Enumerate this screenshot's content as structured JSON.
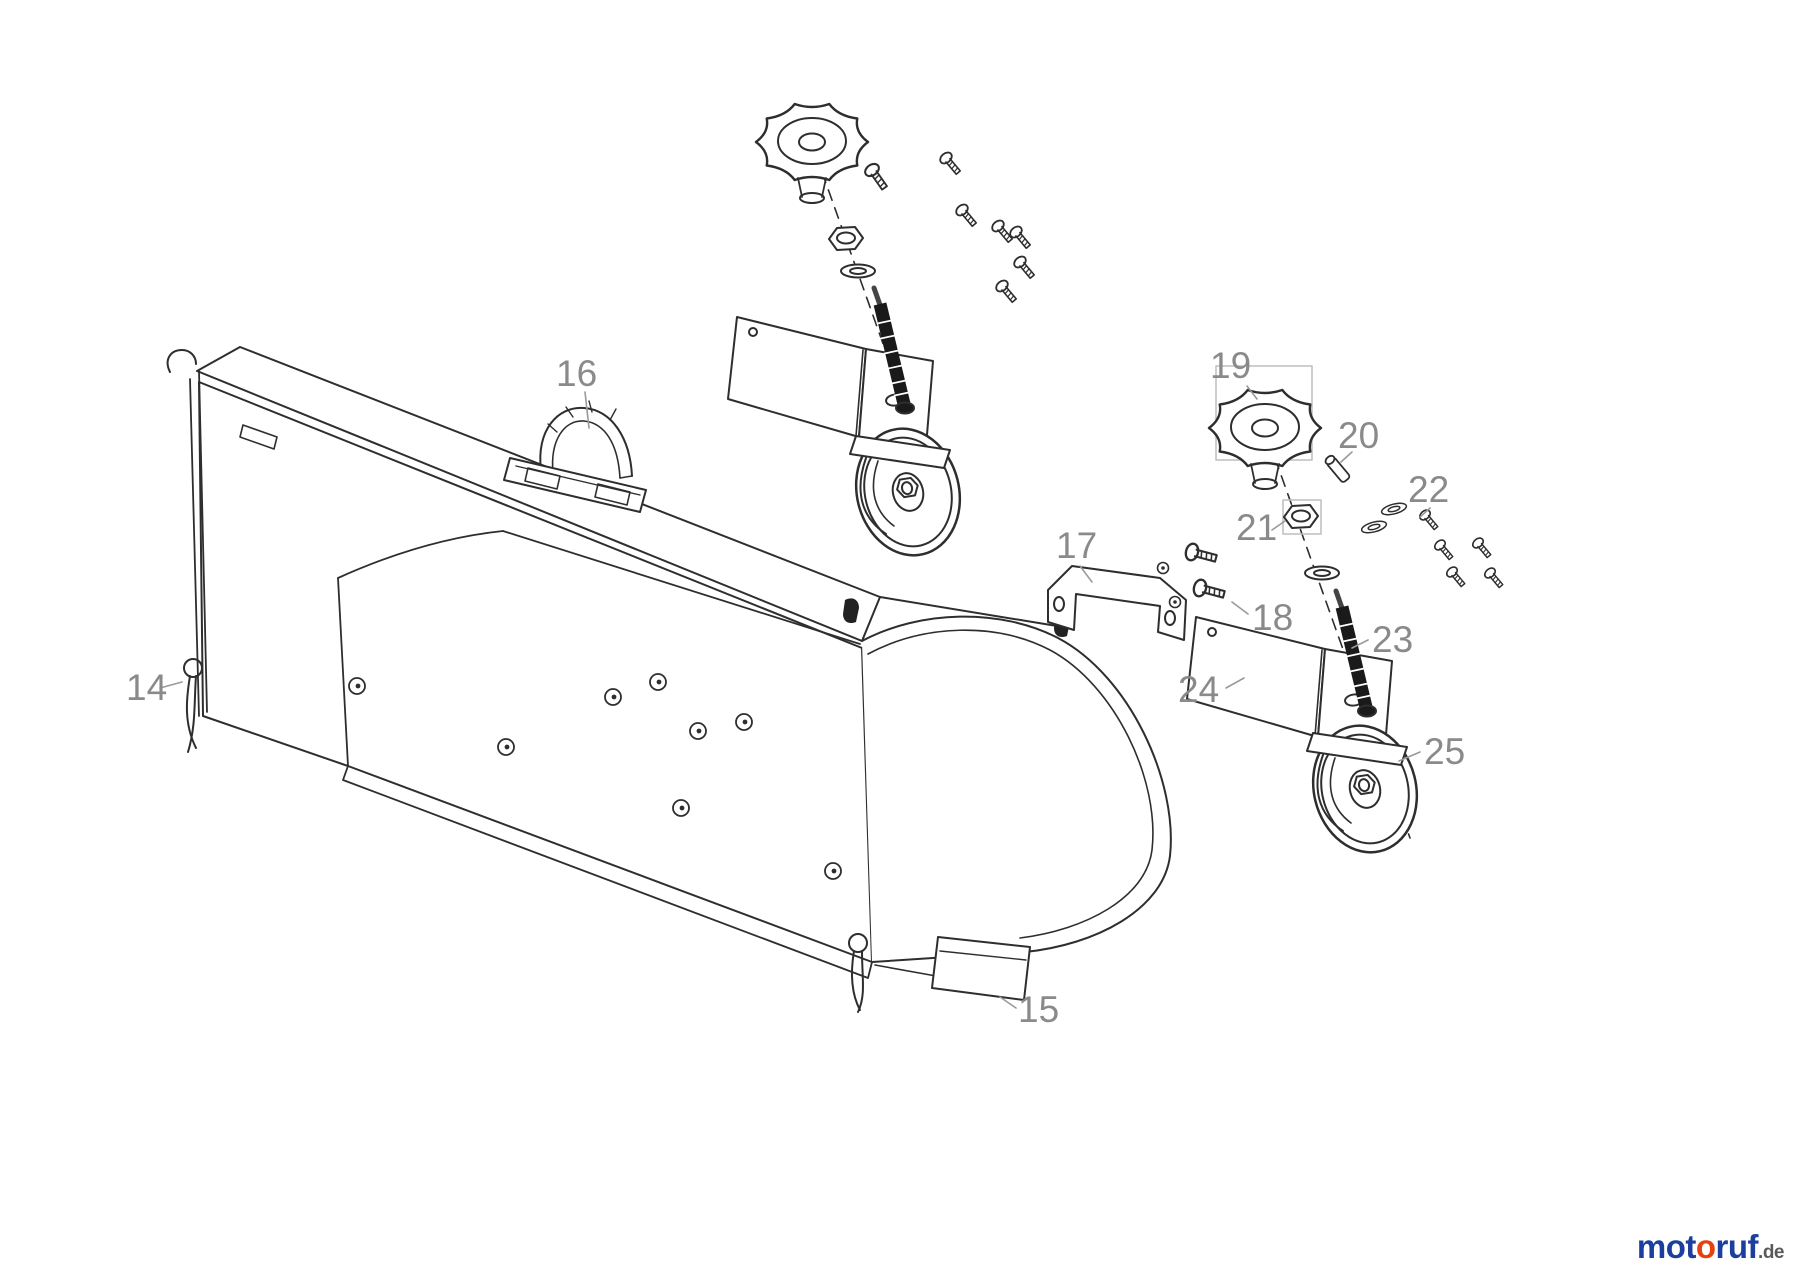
{
  "page": {
    "background": "#ffffff"
  },
  "diagram": {
    "type": "exploded-parts-diagram",
    "line_color": "#2e2e2e",
    "label_color": "#8a8a8a",
    "part_labels": [
      "14",
      "15",
      "16",
      "17",
      "18",
      "19",
      "20",
      "21",
      "22",
      "23",
      "24",
      "25"
    ]
  },
  "parts": {
    "p14": "14",
    "p15": "15",
    "p16": "16",
    "p17": "17",
    "p18": "18",
    "p19": "19",
    "p20": "20",
    "p21": "21",
    "p22": "22",
    "p23": "23",
    "p24": "24",
    "p25": "25"
  },
  "logo": {
    "part1": "mot",
    "accent": "o",
    "part2": "ruf",
    "suffix": ".de",
    "blue": "#1c3e9e",
    "red": "#e8400e"
  }
}
